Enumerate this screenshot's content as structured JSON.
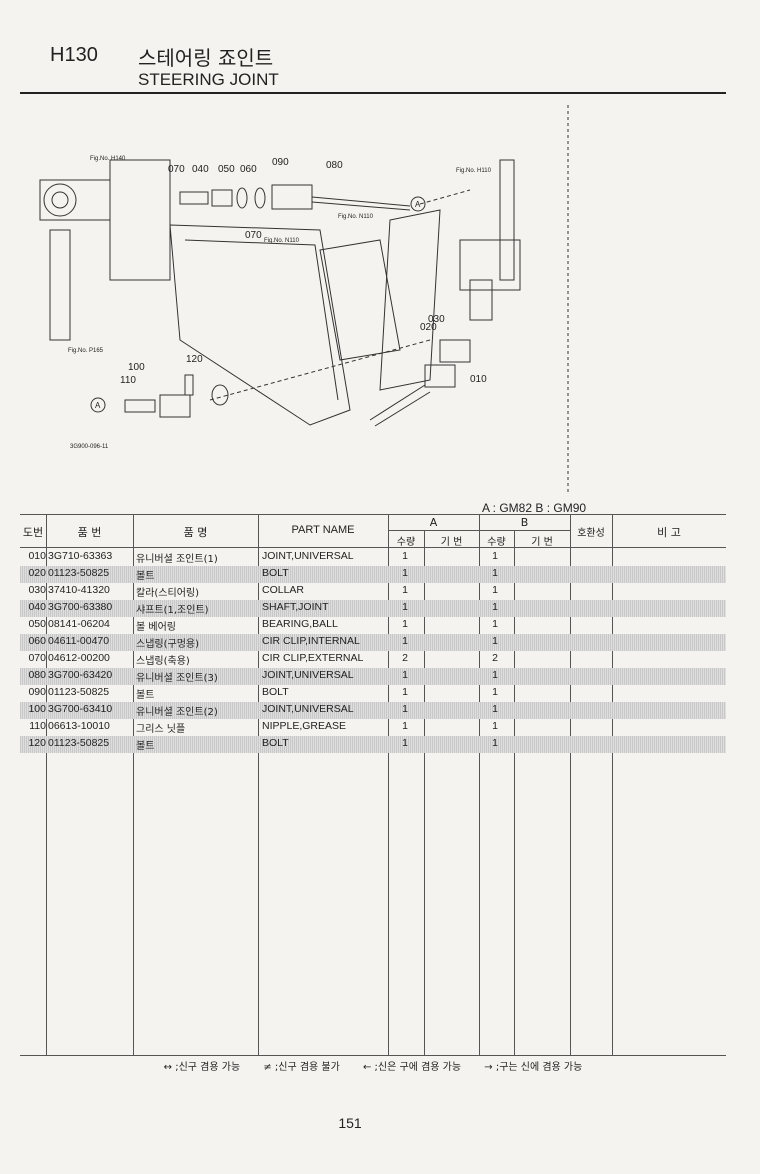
{
  "header": {
    "code": "H130",
    "title_kr": "스테어링 죠인트",
    "title_en": "STEERING JOINT"
  },
  "diagram": {
    "callouts": [
      "070",
      "040",
      "050",
      "060",
      "090",
      "080",
      "070",
      "010",
      "030",
      "020",
      "100",
      "110",
      "120"
    ],
    "fig_refs": [
      "Fig.No. H140",
      "Fig.No. H110",
      "Fig.No. N110",
      "Fig.No. N110",
      "Fig.No. P165"
    ],
    "marker": "A",
    "code": "3G900-096-11"
  },
  "models": "A : GM82   B : GM90",
  "table": {
    "headers": {
      "no": "도번",
      "part_no": "품  번",
      "name_kr": "품    명",
      "name_en": "PART  NAME",
      "a": "A",
      "b": "B",
      "qty": "수량",
      "serial": "기 번",
      "compat": "호환성",
      "remarks": "비  고"
    },
    "rows": [
      {
        "no": "010",
        "part": "3G710-63363",
        "kr": "유니버셜 조인트(1)",
        "en": "JOINT,UNIVERSAL",
        "qa": "1",
        "qb": "1"
      },
      {
        "no": "020",
        "part": "01123-50825",
        "kr": "볼트",
        "en": "BOLT",
        "qa": "1",
        "qb": "1"
      },
      {
        "no": "030",
        "part": "37410-41320",
        "kr": "칼라(스티어링)",
        "en": "COLLAR",
        "qa": "1",
        "qb": "1"
      },
      {
        "no": "040",
        "part": "3G700-63380",
        "kr": "샤프트(1,조인트)",
        "en": "SHAFT,JOINT",
        "qa": "1",
        "qb": "1"
      },
      {
        "no": "050",
        "part": "08141-06204",
        "kr": "볼 베어링",
        "en": "BEARING,BALL",
        "qa": "1",
        "qb": "1"
      },
      {
        "no": "060",
        "part": "04611-00470",
        "kr": "스냅링(구멍용)",
        "en": "CIR CLIP,INTERNAL",
        "qa": "1",
        "qb": "1"
      },
      {
        "no": "070",
        "part": "04612-00200",
        "kr": "스냅링(축용)",
        "en": "CIR CLIP,EXTERNAL",
        "qa": "2",
        "qb": "2"
      },
      {
        "no": "080",
        "part": "3G700-63420",
        "kr": "유니버셜 조인트(3)",
        "en": "JOINT,UNIVERSAL",
        "qa": "1",
        "qb": "1"
      },
      {
        "no": "090",
        "part": "01123-50825",
        "kr": "볼트",
        "en": "BOLT",
        "qa": "1",
        "qb": "1"
      },
      {
        "no": "100",
        "part": "3G700-63410",
        "kr": "유니버셜 조인트(2)",
        "en": "JOINT,UNIVERSAL",
        "qa": "1",
        "qb": "1"
      },
      {
        "no": "110",
        "part": "06613-10010",
        "kr": "그리스 닛플",
        "en": "NIPPLE,GREASE",
        "qa": "1",
        "qb": "1"
      },
      {
        "no": "120",
        "part": "01123-50825",
        "kr": "볼트",
        "en": "BOLT",
        "qa": "1",
        "qb": "1"
      }
    ]
  },
  "legend": [
    "↔ ;신구 겸용 가능",
    "≠ ;신구 겸용 불가",
    "← ;신은 구에 겸용 가능",
    "→ ;구는 신에 겸용 가능"
  ],
  "page_number": "151"
}
